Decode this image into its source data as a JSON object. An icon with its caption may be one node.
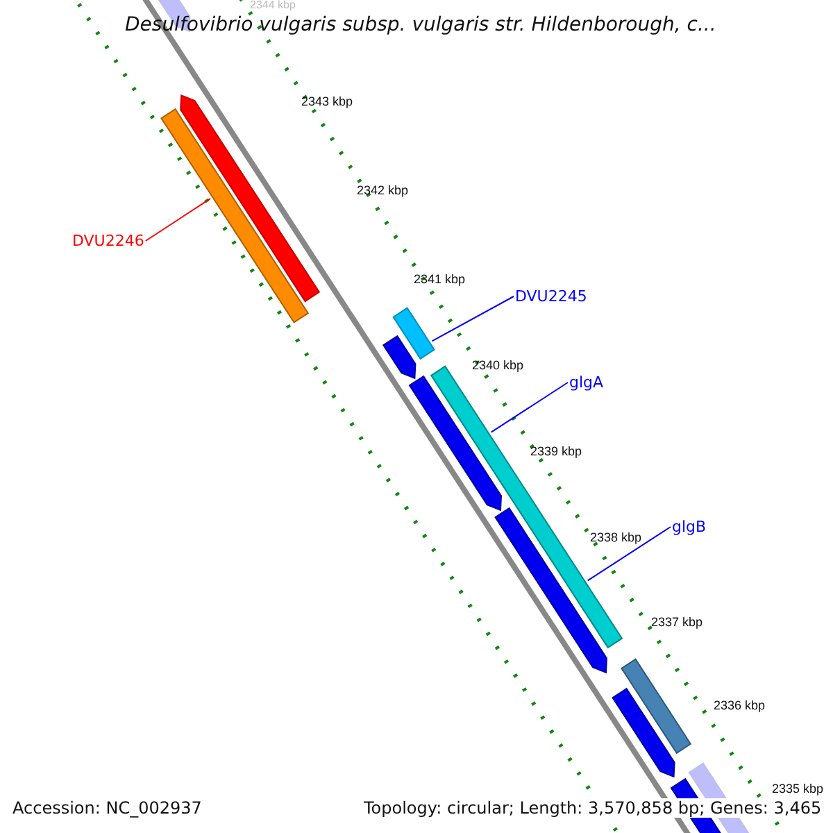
{
  "diagram": {
    "title": "Desulfovibrio vulgaris subsp. vulgaris str. Hildenborough, c...",
    "nodes": [
      {
        "text": [
          "DVU2246"
        ]
      },
      {
        "text": [],
        "shape": "bar"
      },
      {
        "text": [
          "DVU2245"
        ]
      },
      {
        "text": [],
        "shape": "bar"
      },
      {
        "text": [
          "glgA"
        ]
      },
      {
        "text": [],
        "shape": "bar"
      },
      {
        "text": [
          "glgB"
        ]
      }
    ],
    "edges": [
      {
        "from": 0,
        "to": 1,
        "arrow": "none",
        "color": "#ff0000"
      },
      {
        "from": 2,
        "to": 3,
        "arrow": "none"
      },
      {
        "from": 4,
        "to": 5,
        "arrow": "none"
      },
      {
        "from": 6,
        "to": 5,
        "arrow": "none"
      }
    ],
    "labels": [
      "2344 kbp",
      "2343 kbp",
      "2342 kbp",
      "2341 kbp",
      "2340 kbp",
      "2339 kbp",
      "2338 kbp",
      "2337 kbp",
      "2336 kbp",
      "2335 kbp",
      "Accession: NC_002937",
      "Topology: circular; Length: 3,570,858 bp; Genes: 3,465"
    ]
  }
}
